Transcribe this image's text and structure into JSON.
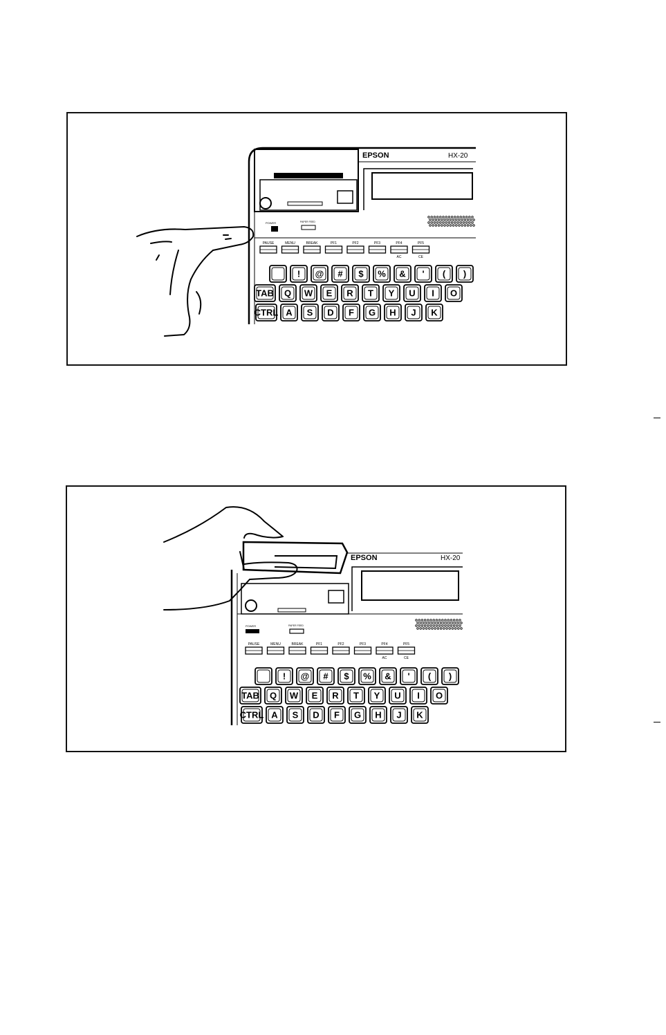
{
  "figures": [
    {
      "brand": "EPSON",
      "model": "HX-20",
      "function_keys": [
        "PAUSE",
        "MENU",
        "BREAK",
        "PF1",
        "PF2",
        "PF3",
        "PF4",
        "PF5"
      ],
      "sublabels": [
        "AC",
        "CE"
      ],
      "switch_labels": {
        "power": "POWER",
        "paper_feed": "PAPER FEED"
      },
      "key_rows": [
        [
          " ",
          "!",
          "@",
          "#",
          "$",
          "%",
          "&",
          "'",
          "(",
          ")"
        ],
        [
          "TAB",
          "Q",
          "W",
          "E",
          "R",
          "T",
          "Y",
          "U",
          "I",
          "O"
        ],
        [
          "CTRL",
          "A",
          "S",
          "D",
          "F",
          "G",
          "H",
          "J",
          "K"
        ]
      ]
    },
    {
      "brand": "EPSON",
      "model": "HX-20",
      "function_keys": [
        "PAUSE",
        "MENU",
        "BREAK",
        "PF1",
        "PF2",
        "PF3",
        "PF4",
        "PF5"
      ],
      "sublabels": [
        "AC",
        "CE"
      ],
      "switch_labels": {
        "power": "POWER",
        "paper_feed": "PAPER FEED"
      },
      "key_rows": [
        [
          " ",
          "!",
          "@",
          "#",
          "$",
          "%",
          "&",
          "'",
          "(",
          ")"
        ],
        [
          "TAB",
          "Q",
          "W",
          "E",
          "R",
          "T",
          "Y",
          "U",
          "I",
          "O"
        ],
        [
          "CTRL",
          "A",
          "S",
          "D",
          "F",
          "G",
          "H",
          "J",
          "K"
        ]
      ]
    }
  ]
}
